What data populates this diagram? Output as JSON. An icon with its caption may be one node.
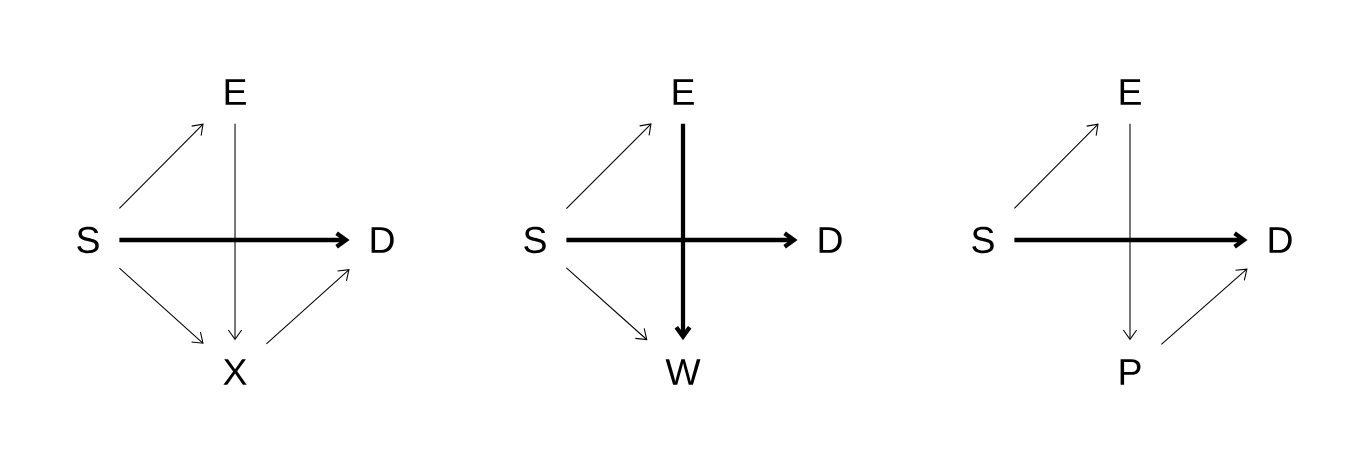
{
  "diagram": {
    "nodes": [
      {
        "text": [
          "S"
        ]
      },
      {
        "text": [
          "E"
        ]
      },
      {
        "text": [
          "D"
        ]
      },
      {
        "text": [
          "X"
        ]
      },
      {
        "text": [
          "S"
        ]
      },
      {
        "text": [
          "E"
        ]
      },
      {
        "text": [
          "D"
        ]
      },
      {
        "text": [
          "W"
        ]
      },
      {
        "text": [
          "S"
        ]
      },
      {
        "text": [
          "E"
        ]
      },
      {
        "text": [
          "D"
        ]
      },
      {
        "text": [
          "P"
        ]
      }
    ],
    "edges": [
      {
        "from": 0,
        "to": 1,
        "arrow": "to"
      },
      {
        "from": 0,
        "to": 2,
        "arrow": "to",
        "style": "thick"
      },
      {
        "from": 0,
        "to": 3,
        "arrow": "to"
      },
      {
        "from": 1,
        "to": 3,
        "arrow": "to"
      },
      {
        "from": 3,
        "to": 2,
        "arrow": "to"
      },
      {
        "from": 4,
        "to": 5,
        "arrow": "to"
      },
      {
        "from": 4,
        "to": 6,
        "arrow": "to",
        "style": "thick"
      },
      {
        "from": 4,
        "to": 7,
        "arrow": "to"
      },
      {
        "from": 5,
        "to": 7,
        "arrow": "to",
        "style": "thick"
      },
      {
        "from": 8,
        "to": 9,
        "arrow": "to"
      },
      {
        "from": 8,
        "to": 10,
        "arrow": "to",
        "style": "thick"
      },
      {
        "from": 9,
        "to": 11,
        "arrow": "to"
      },
      {
        "from": 11,
        "to": 10,
        "arrow": "to"
      }
    ]
  }
}
